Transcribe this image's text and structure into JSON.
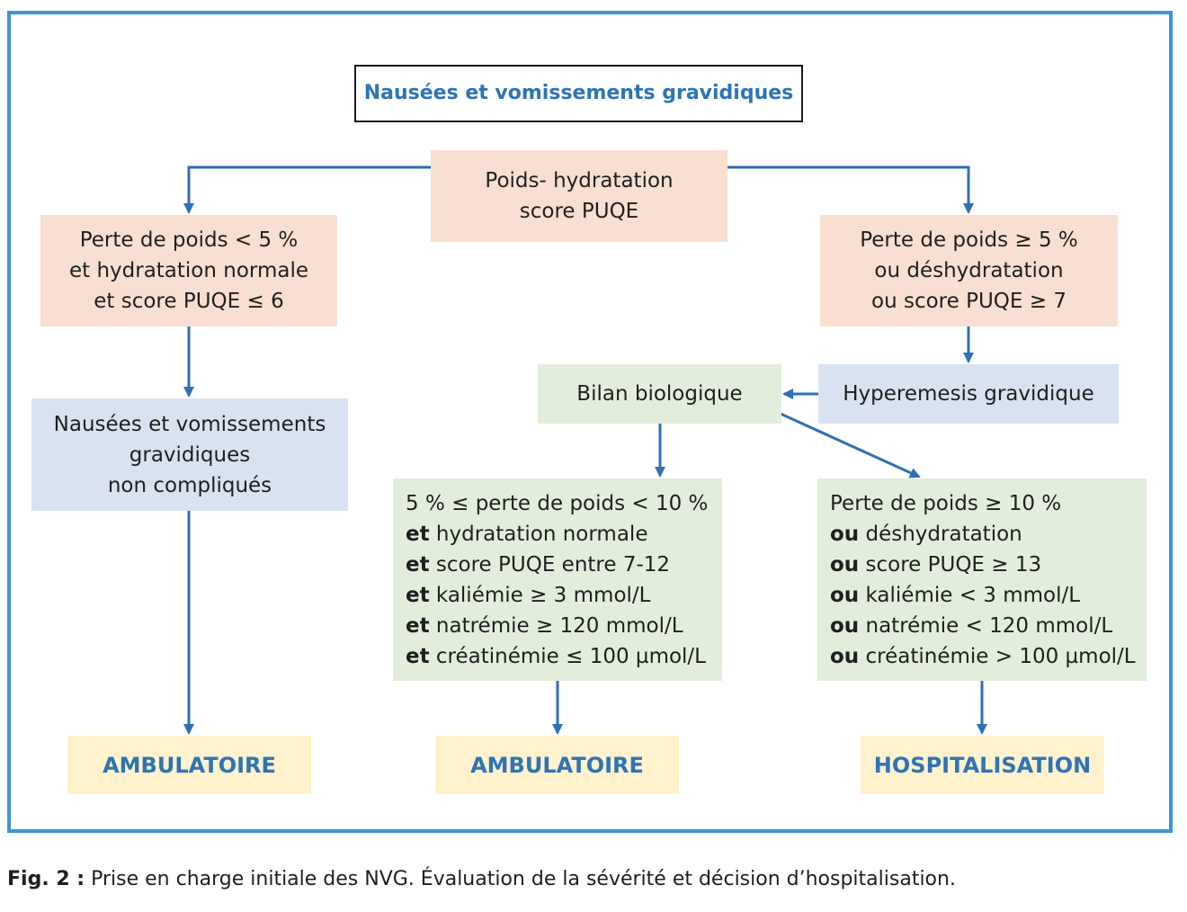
{
  "title": "Nausées et vomissements gravidiques",
  "assessment": [
    "Poids- hydratation",
    "score PUQE"
  ],
  "left_criteria": [
    "Perte de poids < 5 %",
    "et hydratation normale",
    "et score PUQE ≤ 6"
  ],
  "right_criteria": [
    "Perte de poids ≥ 5 %",
    "ou déshydratation",
    "ou score PUQE ≥ 7"
  ],
  "uncomplicated": [
    "Nausées et vomissements",
    "gravidiques",
    "non compliqués"
  ],
  "hyperemesis": "Hyperemesis gravidique",
  "bilan": "Bilan biologique",
  "mid_criteria": [
    {
      "kw": "",
      "text": "5 % ≤ perte de poids < 10 %"
    },
    {
      "kw": "et",
      "text": " hydratation normale"
    },
    {
      "kw": "et",
      "text": " score PUQE entre 7-12"
    },
    {
      "kw": "et",
      "text": " kaliémie ≥ 3 mmol/L"
    },
    {
      "kw": "et",
      "text": " natrémie ≥ 120 mmol/L"
    },
    {
      "kw": "et",
      "text": " créatinémie ≤ 100 µmol/L"
    }
  ],
  "severe_criteria": [
    {
      "kw": "",
      "text": "Perte de poids ≥ 10 %"
    },
    {
      "kw": "ou",
      "text": " déshydratation"
    },
    {
      "kw": "ou",
      "text": " score PUQE ≥ 13"
    },
    {
      "kw": "ou",
      "text": " kaliémie < 3 mmol/L"
    },
    {
      "kw": "ou",
      "text": " natrémie < 120 mmol/L"
    },
    {
      "kw": "ou",
      "text": " créatinémie > 100 µmol/L"
    }
  ],
  "outcomes": {
    "left": "AMBULATOIRE",
    "middle": "AMBULATOIRE",
    "right": "HOSPITALISATION"
  },
  "caption": {
    "label": "Fig. 2 :",
    "text": " Prise en charge initiale des NVG. Évaluation de la sévérité et décision d’hospitalisation."
  },
  "colors": {
    "frame": "#3d96d3",
    "arrow": "#2e6fb5",
    "accent_text": "#2e74b5",
    "orange": "#f9dfd1",
    "blue": "#d9e2f1",
    "green": "#e2eedb",
    "yellow": "#fff2cc"
  }
}
